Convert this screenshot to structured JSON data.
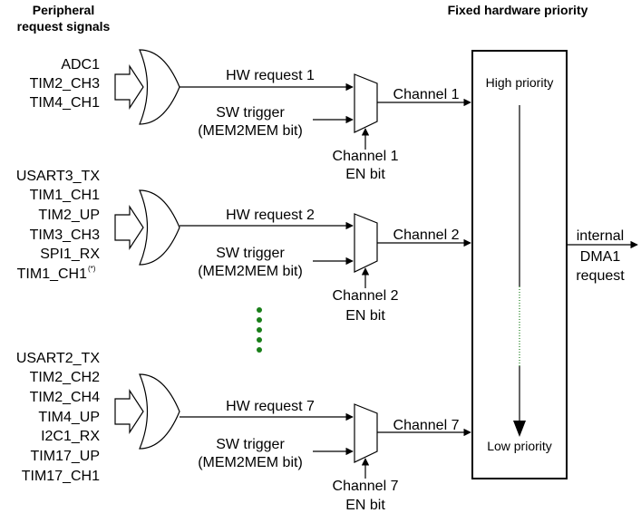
{
  "headers": {
    "peripheral_line1": "Peripheral",
    "peripheral_line2": "request signals",
    "fixed_priority": "Fixed hardware priority"
  },
  "groups": [
    {
      "signals": [
        "ADC1",
        "TIM2_CH3",
        "TIM4_CH1"
      ],
      "hw_request": "HW request 1",
      "sw_trigger_line1": "SW trigger",
      "sw_trigger_line2": "(MEM2MEM bit)",
      "channel": "Channel 1",
      "en_line1": "Channel 1",
      "en_line2": "EN bit"
    },
    {
      "signals": [
        "USART3_TX",
        "TIM1_CH1",
        "TIM2_UP",
        "TIM3_CH3",
        "SPI1_RX",
        "TIM1_CH1"
      ],
      "signal_note": "(*)",
      "hw_request": "HW request 2",
      "sw_trigger_line1": "SW trigger",
      "sw_trigger_line2": "(MEM2MEM bit)",
      "channel": "Channel 2",
      "en_line1": "Channel 2",
      "en_line2": "EN bit"
    },
    {
      "signals": [
        "USART2_TX",
        "TIM2_CH2",
        "TIM2_CH4",
        "TIM4_UP",
        "I2C1_RX",
        "TIM17_UP",
        "TIM17_CH1"
      ],
      "hw_request": "HW request 7",
      "sw_trigger_line1": "SW trigger",
      "sw_trigger_line2": "(MEM2MEM bit)",
      "channel": "Channel 7",
      "en_line1": "Channel 7",
      "en_line2": "EN bit"
    }
  ],
  "priority": {
    "high": "High priority",
    "low": "Low priority"
  },
  "output": {
    "line1": "internal",
    "line2": "DMA1",
    "line3": "request"
  },
  "colors": {
    "ellipsis_dots": "#1a7f1a"
  }
}
